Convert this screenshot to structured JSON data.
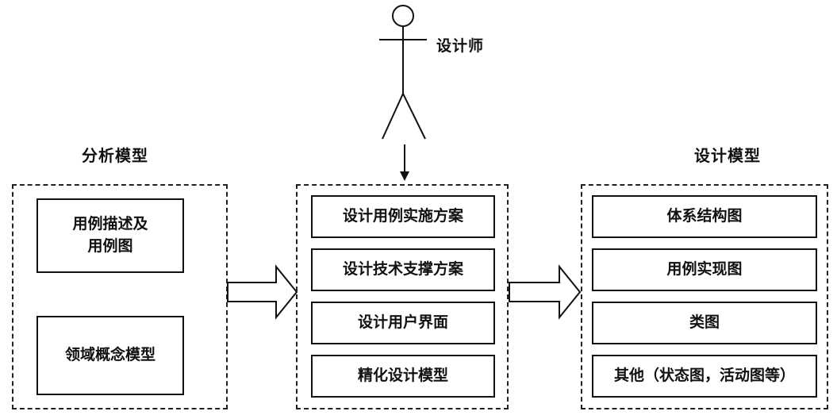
{
  "actor": {
    "label": "设计师"
  },
  "analysis_model": {
    "title": "分析模型",
    "items": [
      "用例描述及\n用例图",
      "领域概念模型"
    ]
  },
  "design_process": {
    "items": [
      "设计用例实施方案",
      "设计技术支撑方案",
      "设计用户界面",
      "精化设计模型"
    ]
  },
  "design_model": {
    "title": "设计模型",
    "items": [
      "体系结构图",
      "用例实现图",
      "类图",
      "其他（状态图，活动图等）"
    ]
  }
}
